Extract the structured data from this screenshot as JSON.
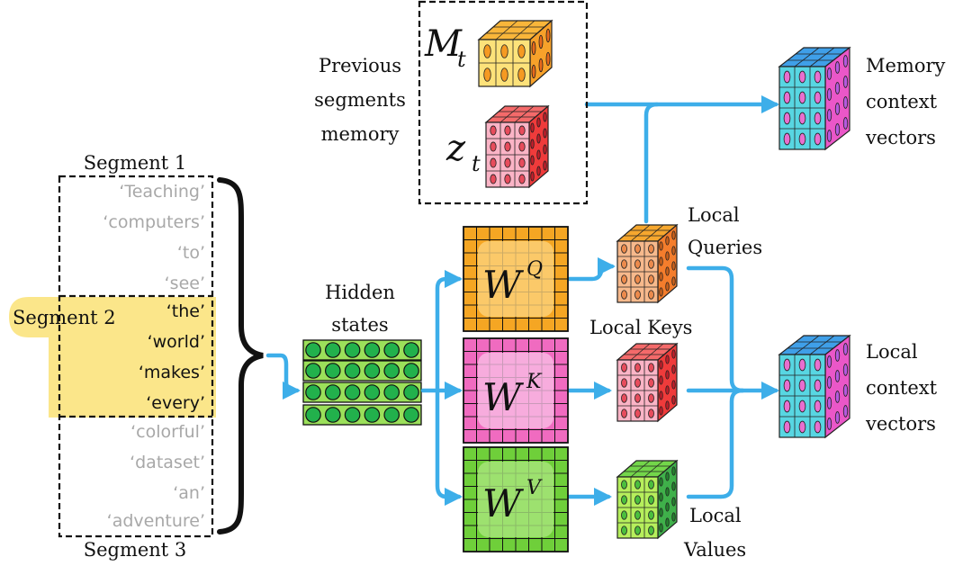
{
  "segments": {
    "segment1_label": "Segment 1",
    "segment2_label": "Segment 2",
    "segment3_label": "Segment 3",
    "segment1_tokens": [
      "‘Teaching’",
      "‘computers’",
      "‘to’",
      "‘see’"
    ],
    "segment2_tokens": [
      "‘the’",
      "‘world’",
      "‘makes’",
      "‘every’"
    ],
    "segment3_tokens": [
      "‘colorful’",
      "‘dataset’",
      "‘an’",
      "‘adventure’"
    ]
  },
  "labels": {
    "hidden_states": [
      "Hidden",
      "states"
    ],
    "previous_memory": [
      "Previous",
      "segments",
      "memory"
    ],
    "memory_context": [
      "Memory",
      "context",
      "vectors"
    ],
    "local_context": [
      "Local",
      "context",
      "vectors"
    ],
    "local_queries": [
      "Local",
      "Queries"
    ],
    "local_keys": "Local Keys",
    "local_values": [
      "Local",
      "Values"
    ]
  },
  "math": {
    "wq_base": "W",
    "wq_sup": "Q",
    "wk_base": "W",
    "wk_sup": "K",
    "wv_base": "W",
    "wv_sup": "V",
    "m_base": "M",
    "m_sub": "t",
    "z_base": "z",
    "z_sub": "t"
  },
  "colors": {
    "arrow": "#3daee9",
    "highlight": "#fbe68a",
    "faded_text": "#a8a8a8",
    "wq_fill": "#f5a623",
    "wk_fill": "#f06bc0",
    "wv_fill": "#6fcf3a",
    "hidden_state_dot": "#22b14c",
    "hidden_state_bar": "#9be05a"
  }
}
